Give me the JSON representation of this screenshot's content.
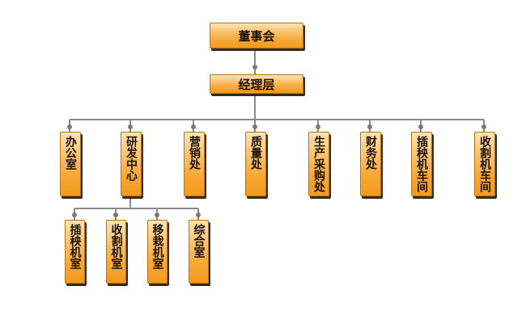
{
  "root": {
    "label": "董事会"
  },
  "manager": {
    "label": "经理层"
  },
  "departments": [
    {
      "label": "办公室"
    },
    {
      "label": "研发中心"
    },
    {
      "label": "营销处"
    },
    {
      "label": "质量处"
    },
    {
      "label": "生产采购处"
    },
    {
      "label": "财务处"
    },
    {
      "label": "插秧机车间"
    },
    {
      "label": "收割机车间"
    }
  ],
  "rd_sub": [
    {
      "label": "插秧机室"
    },
    {
      "label": "收割机室"
    },
    {
      "label": "移栽机室"
    },
    {
      "label": "综合室"
    }
  ],
  "colors": {
    "box_top": "#fde3b4",
    "box_bottom": "#f29a1e",
    "connector": "#8a8a8a",
    "shadow": "#3a2a12"
  }
}
